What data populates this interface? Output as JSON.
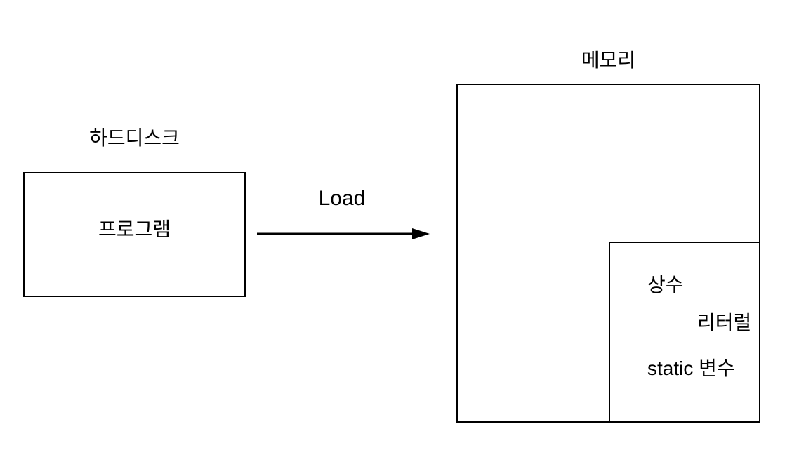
{
  "colors": {
    "background": "#ffffff",
    "line": "#000000",
    "text": "#000000"
  },
  "hard_disk": {
    "title": "하드디스크",
    "label": "프로그램"
  },
  "load_arrow": {
    "label": "Load"
  },
  "memory": {
    "title": "메모리",
    "static_area": {
      "item_constant": "상수",
      "item_literal": "리터럴",
      "item_static_variable": "static 변수"
    }
  }
}
